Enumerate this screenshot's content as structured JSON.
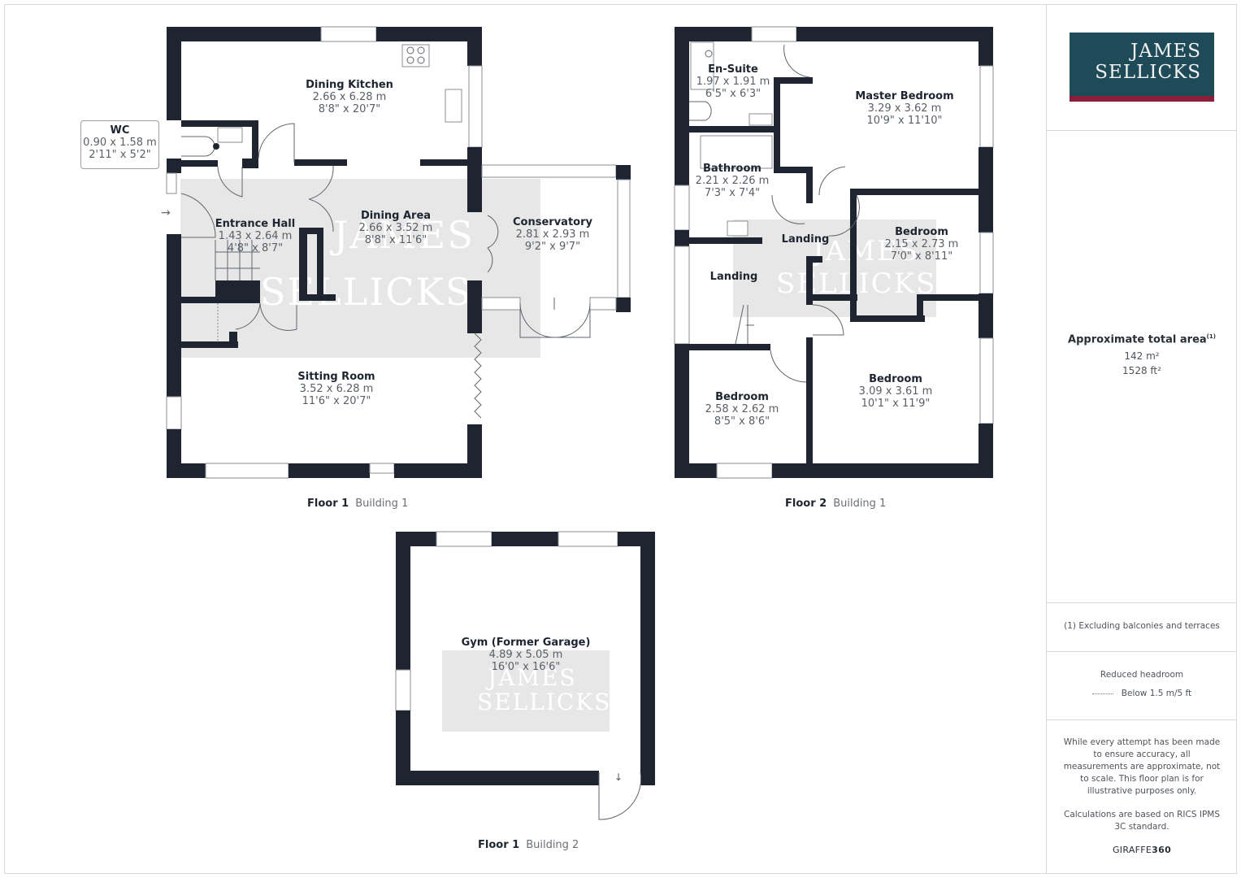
{
  "brand": {
    "logo_line1": "JAMES",
    "logo_line2": "SELLICKS",
    "logo_bg": "#1f4a57",
    "logo_accent": "#8a1f3a",
    "watermark": "JAMES SELLICKS"
  },
  "wall_color": "#1e2530",
  "floors": [
    {
      "floor": "Floor 1",
      "building": "Building 1",
      "rooms": [
        {
          "name": "Dining Kitchen",
          "metric": "2.66 x 6.28 m",
          "imperial": "8'8\" x 20'7\""
        },
        {
          "name": "WC",
          "metric": "0.90 x 1.58 m",
          "imperial": "2'11\" x 5'2\""
        },
        {
          "name": "Entrance Hall",
          "metric": "1.43 x 2.64 m",
          "imperial": "4'8\" x 8'7\""
        },
        {
          "name": "Dining Area",
          "metric": "2.66 x 3.52 m",
          "imperial": "8'8\" x 11'6\""
        },
        {
          "name": "Conservatory",
          "metric": "2.81 x 2.93 m",
          "imperial": "9'2\" x 9'7\""
        },
        {
          "name": "Sitting Room",
          "metric": "3.52 x 6.28 m",
          "imperial": "11'6\" x 20'7\""
        }
      ]
    },
    {
      "floor": "Floor 2",
      "building": "Building 1",
      "rooms": [
        {
          "name": "En-Suite",
          "metric": "1.97 x 1.91 m",
          "imperial": "6'5\" x 6'3\""
        },
        {
          "name": "Master Bedroom",
          "metric": "3.29 x 3.62 m",
          "imperial": "10'9\" x 11'10\""
        },
        {
          "name": "Bathroom",
          "metric": "2.21 x 2.26 m",
          "imperial": "7'3\" x 7'4\""
        },
        {
          "name": "Landing",
          "metric": "",
          "imperial": ""
        },
        {
          "name": "Landing",
          "metric": "",
          "imperial": ""
        },
        {
          "name": "Bedroom",
          "metric": "2.15 x 2.73 m",
          "imperial": "7'0\" x 8'11\""
        },
        {
          "name": "Bedroom",
          "metric": "2.58 x 2.62 m",
          "imperial": "8'5\" x 8'6\""
        },
        {
          "name": "Bedroom",
          "metric": "3.09 x 3.61 m",
          "imperial": "10'1\" x 11'9\""
        }
      ]
    },
    {
      "floor": "Floor 1",
      "building": "Building 2",
      "rooms": [
        {
          "name": "Gym (Former Garage)",
          "metric": "4.89 x 5.05 m",
          "imperial": "16'0\" x 16'6\""
        }
      ]
    }
  ],
  "sidebar": {
    "area_title": "Approximate total area",
    "area_footnote_mark": "(1)",
    "area_m2": "142 m²",
    "area_ft2": "1528 ft²",
    "footnote": "(1) Excluding balconies and terraces",
    "headroom_title": "Reduced headroom",
    "headroom_legend": "Below 1.5 m/5 ft",
    "disclaimer": "While every attempt has been made to ensure accuracy, all measurements are approximate, not to scale. This floor plan is for illustrative purposes only.",
    "calc_note": "Calculations are based on RICS IPMS 3C standard.",
    "credit_a": "GIRAFFE",
    "credit_b": "360"
  }
}
